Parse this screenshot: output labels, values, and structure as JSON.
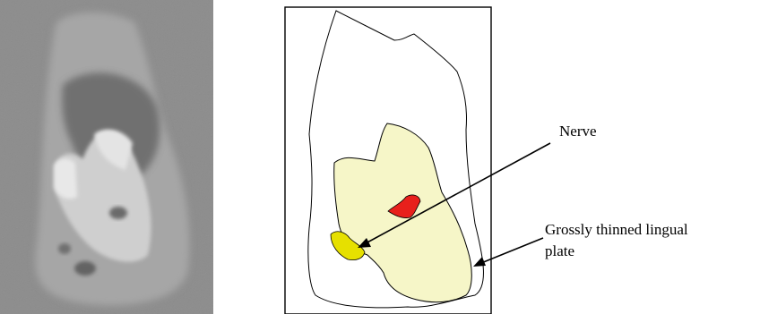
{
  "labels": {
    "nerve": "Nerve",
    "lingual_plate_line1": "Grossly thinned lingual",
    "lingual_plate_line2": "plate"
  },
  "colors": {
    "tooth_fill": "#f6f6c8",
    "nerve_fill": "#e8201c",
    "lingual_plate_fill": "#e6e000",
    "outline": "#000000",
    "ct_background": "#8a8a8a"
  }
}
